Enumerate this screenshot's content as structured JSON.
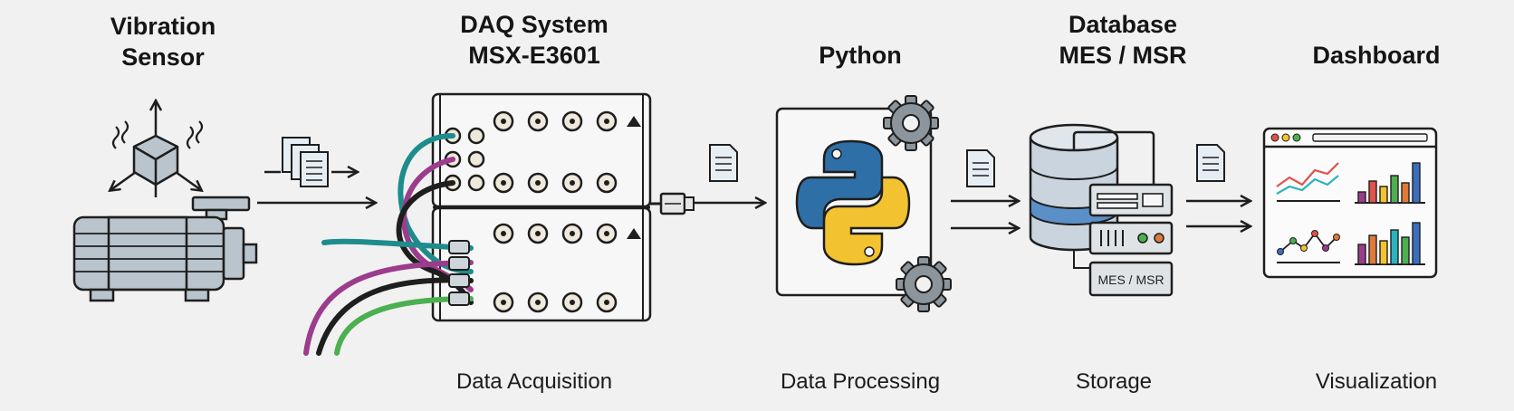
{
  "stages": [
    {
      "id": "sensor",
      "title": "Vibration\nSensor",
      "caption": ""
    },
    {
      "id": "daq",
      "title": "DAQ System\nMSX-E3601",
      "caption": "Data Acquisition"
    },
    {
      "id": "python",
      "title": "Python",
      "caption": "Data Processing"
    },
    {
      "id": "database",
      "title": "Database\nMES / MSR",
      "caption": "Storage"
    },
    {
      "id": "dashboard",
      "title": "Dashboard",
      "caption": "Visualization"
    }
  ],
  "server_label": "MES / MSR",
  "colors": {
    "stroke": "#1e1e1e",
    "motor_gray": "#b9c4cc",
    "python_blue": "#2f6fa7",
    "python_yellow": "#f2c230",
    "cable_teal": "#1f8c8c",
    "cable_magenta": "#9c3c8c",
    "cable_green": "#4caf50",
    "db_blue": "#5b8fc7"
  }
}
